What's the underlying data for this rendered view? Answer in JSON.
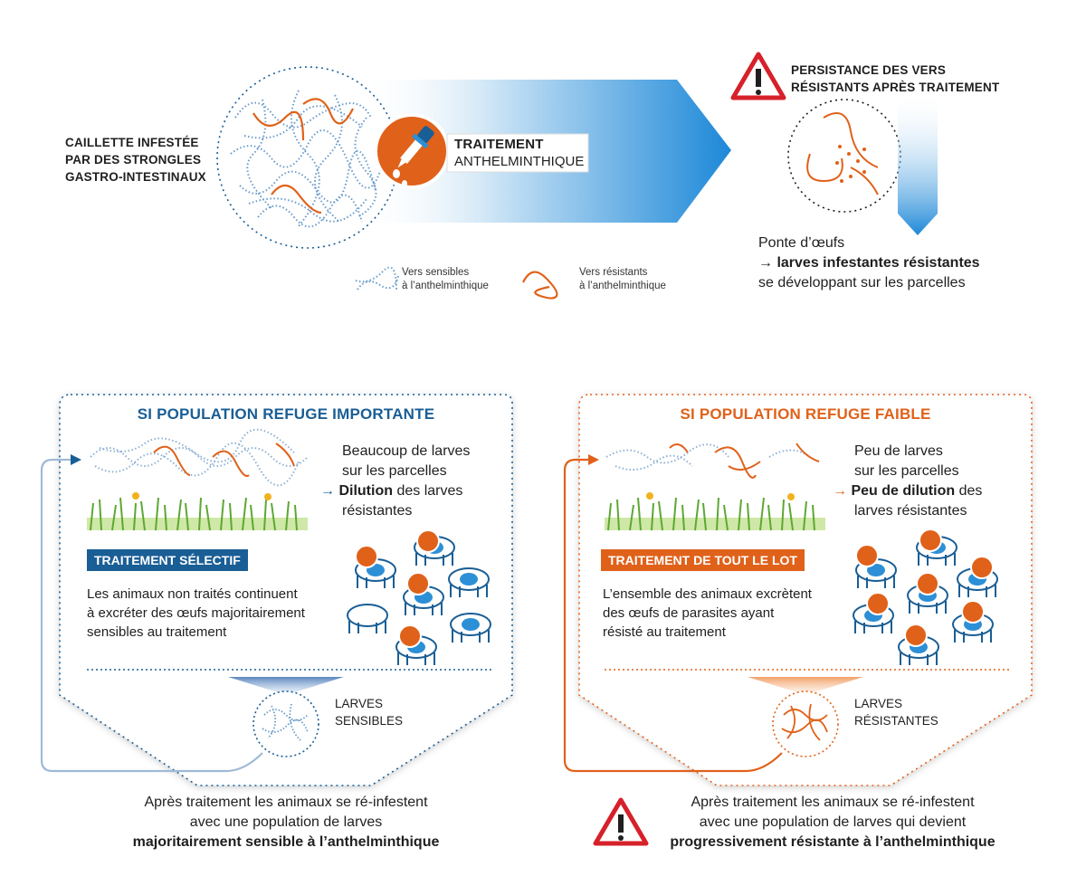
{
  "top": {
    "caillette_l1": "CAILLETTE INFESTÉE",
    "caillette_l2": "PAR DES STRONGLES",
    "caillette_l3": "GASTRO-INTESTINAUX",
    "treatment_l1": "TRAITEMENT",
    "treatment_l2": "ANTHELMINTHIQUE",
    "persist_l1": "PERSISTANCE DES VERS",
    "persist_l2": "RÉSISTANTS APRÈS TRAITEMENT",
    "ponte_l1": "Ponte d’œufs",
    "ponte_arrow": "→",
    "ponte_l2_bold": "larves infestantes résistantes",
    "ponte_l3": "se développant sur les parcelles",
    "legend_sensible_l1": "Vers sensibles",
    "legend_sensible_l2": "à l’anthelminthique",
    "legend_resistant_l1": "Vers résistants",
    "legend_resistant_l2": "à l’anthelminthique"
  },
  "left_panel": {
    "title": "SI POPULATION REFUGE IMPORTANTE",
    "desc_l1": "Beaucoup de larves",
    "desc_l2": "sur les parcelles",
    "desc_arrow": "→",
    "desc_l3_bold": "Dilution",
    "desc_l3_rest": " des larves",
    "desc_l4": "résistantes",
    "tag": "TRAITEMENT SÉLECTIF",
    "body_l1": "Les animaux non traités continuent",
    "body_l2": "à excréter des œufs majoritairement",
    "body_l3": "sensibles au traitement",
    "larves_l1": "LARVES",
    "larves_l2": "SENSIBLES",
    "caption_l1": "Après traitement les animaux se ré-infestent",
    "caption_l2": "avec une population de larves",
    "caption_l3_bold": "majoritairement sensible à l’anthelminthique"
  },
  "right_panel": {
    "title": "SI POPULATION REFUGE FAIBLE",
    "desc_l1": "Peu de larves",
    "desc_l2": "sur les parcelles",
    "desc_arrow": "→",
    "desc_l3_bold": "Peu de dilution",
    "desc_l3_rest": " des",
    "desc_l4": "larves résistantes",
    "tag": "TRAITEMENT DE TOUT LE LOT",
    "body_l1": "L’ensemble des animaux excrètent",
    "body_l2": "des œufs de parasites ayant",
    "body_l3": "résisté au traitement",
    "larves_l1": "LARVES",
    "larves_l2": "RÉSISTANTES",
    "caption_l1": "Après traitement les animaux se ré-infestent",
    "caption_l2": "avec une population de larves qui devient",
    "caption_l3_bold": "progressivement résistante à l’anthelminthique"
  },
  "colors": {
    "blue": "#1a5e96",
    "light_blue": "#2d8fd5",
    "orange": "#e0621a",
    "warning_red": "#d6202a"
  },
  "icons": [
    "warning-icon",
    "dropper-icon",
    "cow-icon",
    "grass-icon",
    "worm-icon"
  ]
}
